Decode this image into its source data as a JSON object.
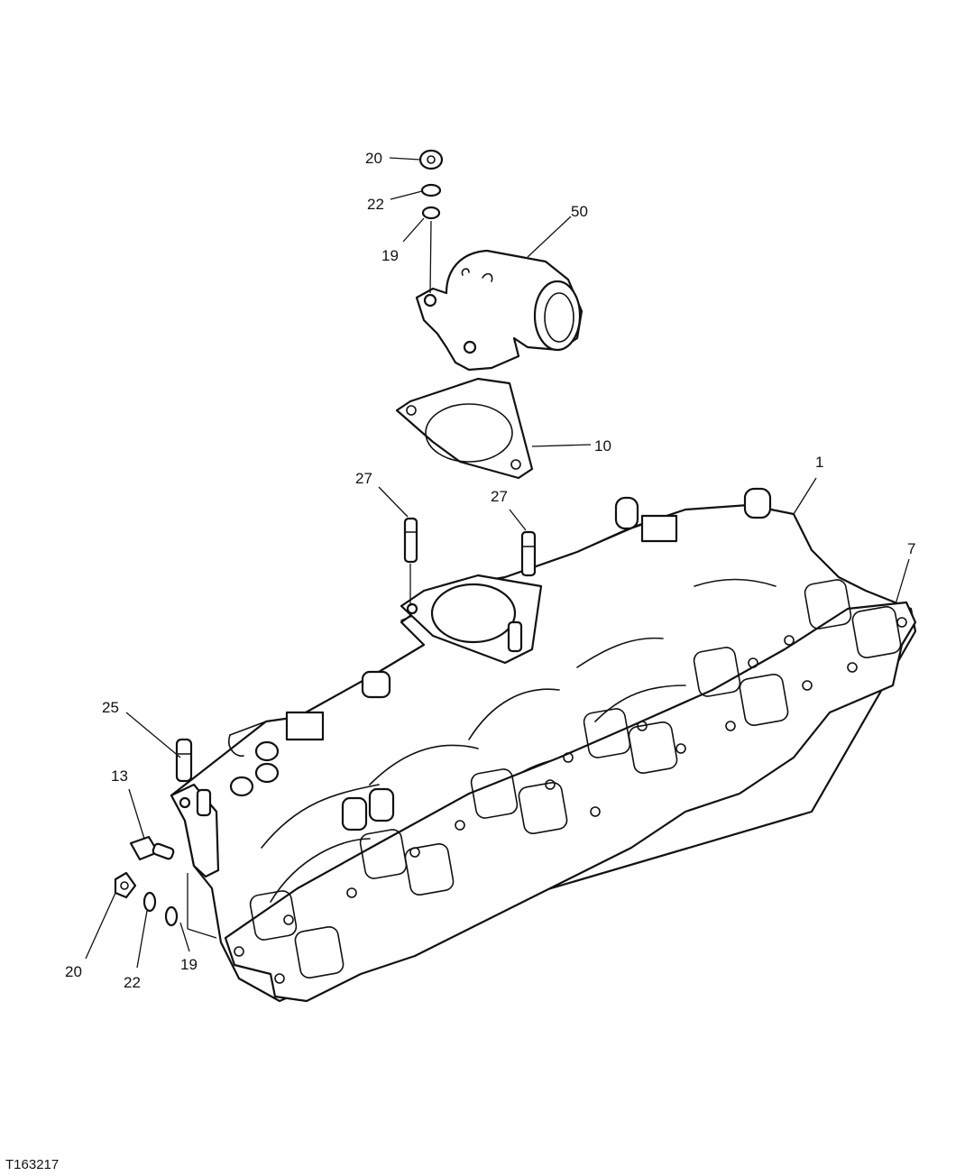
{
  "figure_id": "T163217",
  "callouts": {
    "c1": "1",
    "c7": "7",
    "c10": "10",
    "c13": "13",
    "c19_top": "19",
    "c19_bottom": "19",
    "c20_top": "20",
    "c20_bottom": "20",
    "c22_top": "22",
    "c22_bottom": "22",
    "c25": "25",
    "c27_left": "27",
    "c27_right": "27",
    "c50": "50"
  }
}
